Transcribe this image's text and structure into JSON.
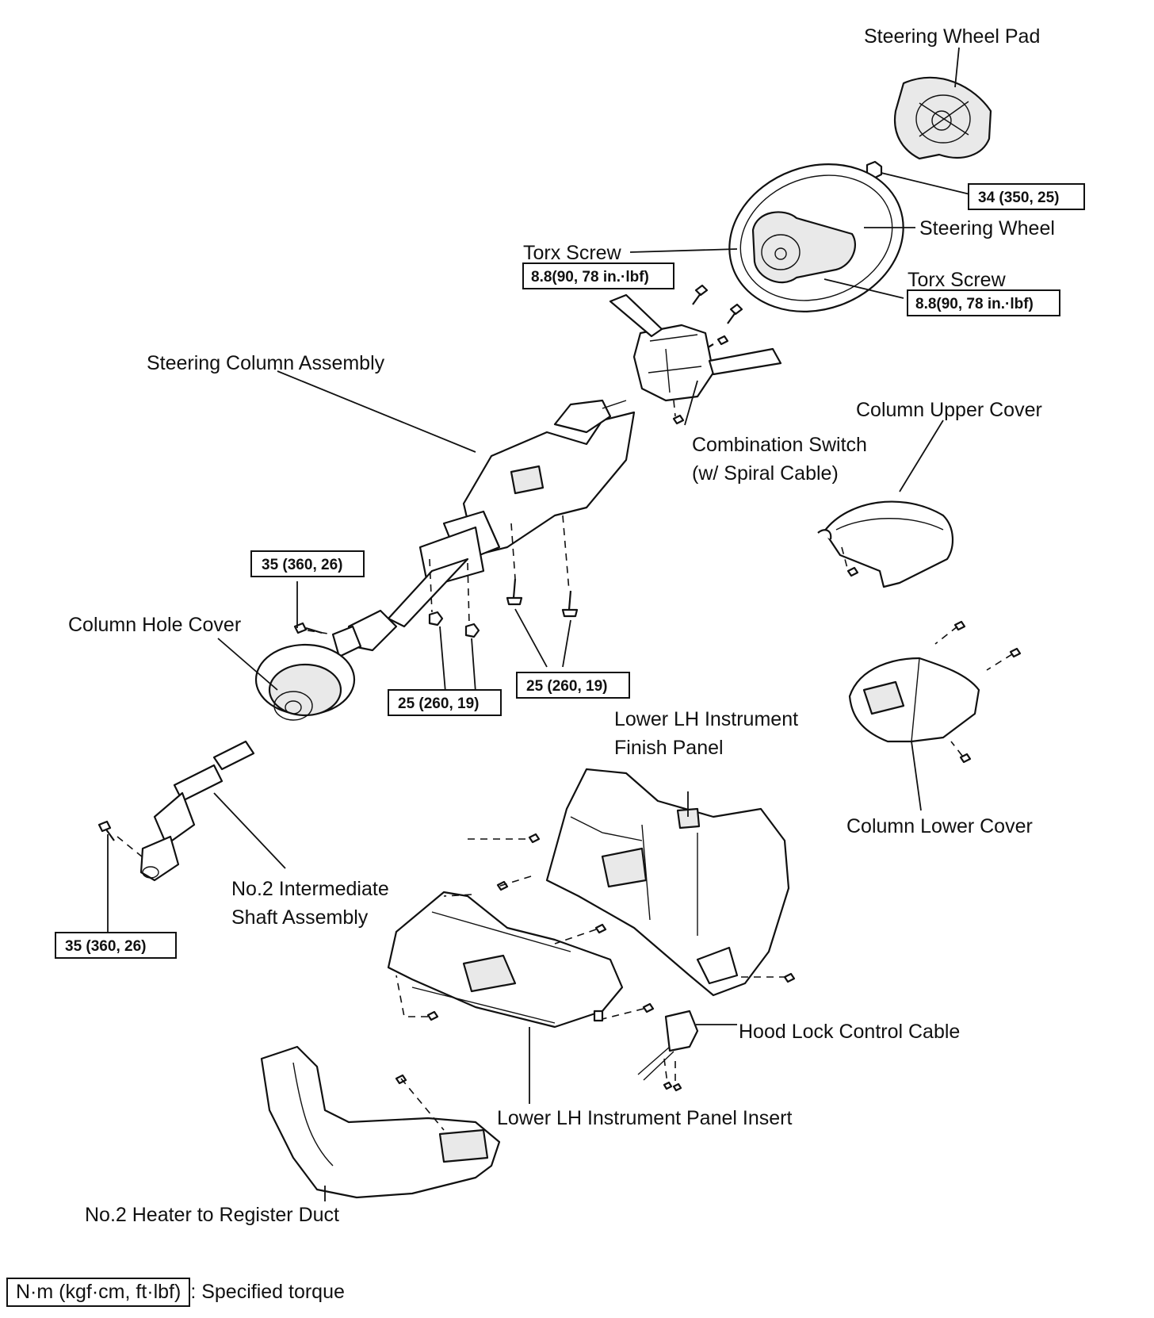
{
  "labels": {
    "steering_wheel_pad": "Steering Wheel Pad",
    "steering_wheel": "Steering Wheel",
    "torx_screw_left": "Torx Screw",
    "torx_screw_right": "Torx Screw",
    "steering_column_assembly": "Steering Column Assembly",
    "combination_switch_1": "Combination Switch",
    "combination_switch_2": "(w/ Spiral Cable)",
    "column_upper_cover": "Column Upper Cover",
    "column_hole_cover": "Column Hole Cover",
    "column_lower_cover": "Column Lower Cover",
    "lower_lh_finish_panel_1": "Lower  LH  Instrument",
    "lower_lh_finish_panel_2": "Finish Panel",
    "no2_intermediate_1": "No.2  Intermediate",
    "no2_intermediate_2": "Shaft Assembly",
    "hood_lock_cable": "Hood Lock Control Cable",
    "lower_lh_panel_insert": "Lower LH Instrument Panel Insert",
    "no2_heater_duct": "No.2 Heater to Register Duct"
  },
  "torque": {
    "steering_wheel_nut": "34 (350, 25)",
    "torx_left": "8.8(90, 78 in.·lbf)",
    "torx_right": "8.8(90, 78 in.·lbf)",
    "column_bolt_upper": "35 (360, 26)",
    "column_nuts": "25 (260, 19)",
    "column_bolts": "25 (260, 19)",
    "intermediate_bolt": "35 (360, 26)"
  },
  "legend": {
    "unit": "N·m (kgf·cm, ft·lbf)",
    "description": ": Specified torque"
  }
}
